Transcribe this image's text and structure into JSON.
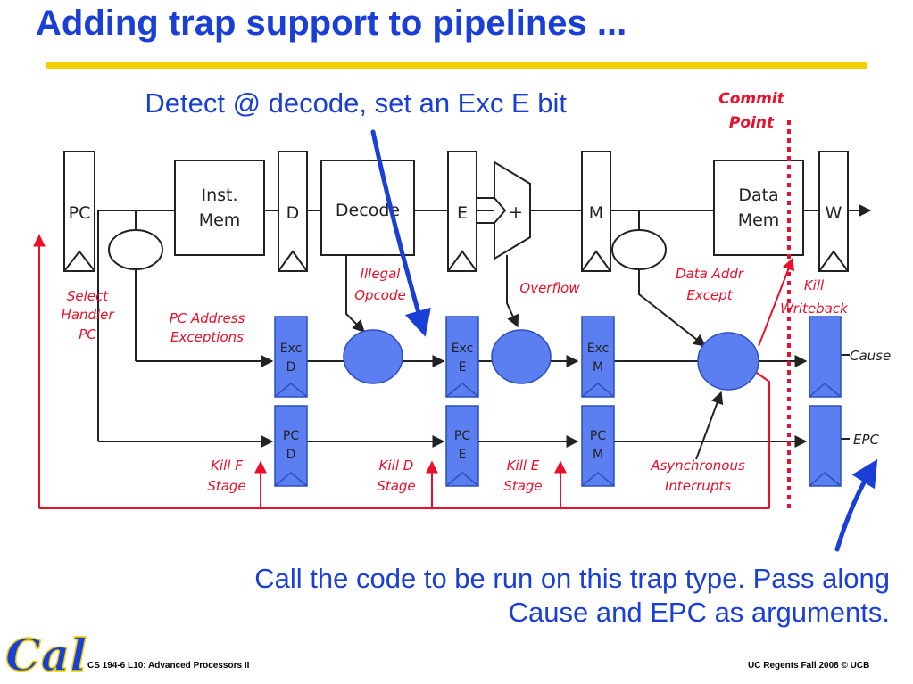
{
  "slide": {
    "title": "Adding trap support to pipelines ...",
    "callout_top": "Detect @ decode, set an Exc E bit",
    "callout_bottom": "Call the code to be run on this trap type. Pass along Cause and EPC as arguments.",
    "footer_left": "CS 194-6 L10: Advanced Processors II",
    "footer_right": "UC Regents Fall 2008 © UCB",
    "logo_text": "Cal"
  },
  "diagram": {
    "stage_regs": {
      "pc": "PC",
      "d": "D",
      "e": "E",
      "m": "M",
      "w": "W"
    },
    "blocks": {
      "inst_mem_1": "Inst.",
      "inst_mem_2": "Mem",
      "decode": "Decode",
      "alu": "+",
      "data_mem_1": "Data",
      "data_mem_2": "Mem"
    },
    "exc_regs": {
      "d_1": "Exc",
      "d_2": "D",
      "e_1": "Exc",
      "e_2": "E",
      "m_1": "Exc",
      "m_2": "M"
    },
    "pc_regs": {
      "d_1": "PC",
      "d_2": "D",
      "e_1": "PC",
      "e_2": "E",
      "m_1": "PC",
      "m_2": "M"
    },
    "labels": {
      "commit_1": "Commit",
      "commit_2": "Point",
      "select_1": "Select",
      "select_2": "Handler",
      "select_3": "PC",
      "pc_addr_1": "PC Address",
      "pc_addr_2": "Exceptions",
      "illegal_1": "Illegal",
      "illegal_2": "Opcode",
      "overflow": "Overflow",
      "data_addr_1": "Data Addr",
      "data_addr_2": "Except",
      "kill_wb_1": "Kill",
      "kill_wb_2": "Writeback",
      "cause": "Cause",
      "epc": "EPC",
      "kill_f_1": "Kill F",
      "kill_f_2": "Stage",
      "kill_d_1": "Kill D",
      "kill_d_2": "Stage",
      "kill_e_1": "Kill E",
      "kill_e_2": "Stage",
      "async_1": "Asynchronous",
      "async_2": "Interrupts"
    },
    "colors": {
      "blue_fill": "#5b7ff0",
      "red": "#e8102a",
      "title_blue": "#1a3fd6"
    }
  }
}
